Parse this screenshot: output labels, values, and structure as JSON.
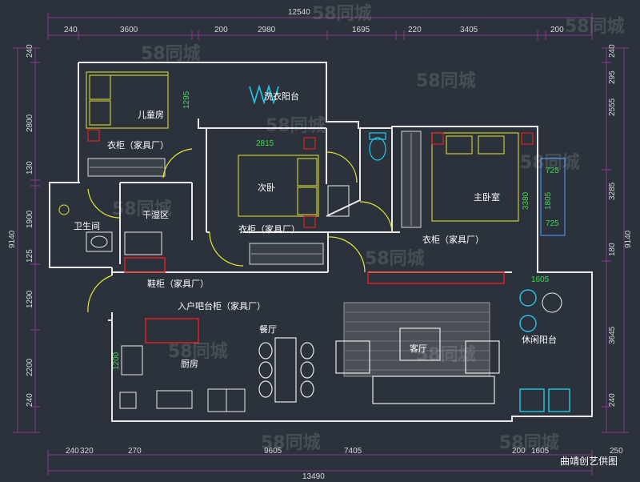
{
  "dimensions": {
    "top_total": "12540",
    "top_segments": [
      "240",
      "3600",
      "200",
      "2980",
      "1695",
      "220",
      "3405",
      "200"
    ],
    "bottom_total": "13490",
    "bottom_segments": [
      "240",
      "320",
      "270",
      "9605",
      "7405",
      "200",
      "1605",
      "250"
    ],
    "left_total": "9140",
    "left_segments": [
      "240",
      "2800",
      "130",
      "1900",
      "125",
      "1290",
      "2200",
      "240"
    ],
    "right_total": "9140",
    "right_segments": [
      "240",
      "2555",
      "295",
      "3285",
      "180",
      "3645",
      "240"
    ]
  },
  "rooms": {
    "children_room": "儿童房",
    "laundry_balcony": "洗衣阳台",
    "second_bedroom": "次卧",
    "master_bedroom": "主卧室",
    "bathroom": "卫生间",
    "dry_area": "干湿区",
    "kitchen": "厨房",
    "dining": "餐厅",
    "living": "客厅",
    "leisure_balcony": "休闲阳台"
  },
  "furniture_labels": {
    "wardrobe_children": "衣柜（家具厂）",
    "wardrobe_second": "衣柜（家具厂）",
    "wardrobe_master": "衣柜（家具厂）",
    "shoe_cabinet": "鞋柜（家具厂）",
    "bar_cabinet": "入户吧台柜（家具厂）"
  },
  "inner_dims": {
    "d1295": "1295",
    "d2815": "2815",
    "d3380": "3380",
    "d725a": "725",
    "d1805": "1805",
    "d725b": "725",
    "d1605": "1605",
    "d1200": "1200"
  },
  "watermark": "58同城",
  "credit": "曲靖创艺供图",
  "colors": {
    "background": "#2b323c",
    "wall": "#e8e8e8",
    "dimension_line": "#8a3a8a",
    "furniture_yellow": "#c8c832",
    "red_cabinet": "#e02020",
    "cyan": "#20c8e8",
    "green_text": "#3ddc4a"
  }
}
